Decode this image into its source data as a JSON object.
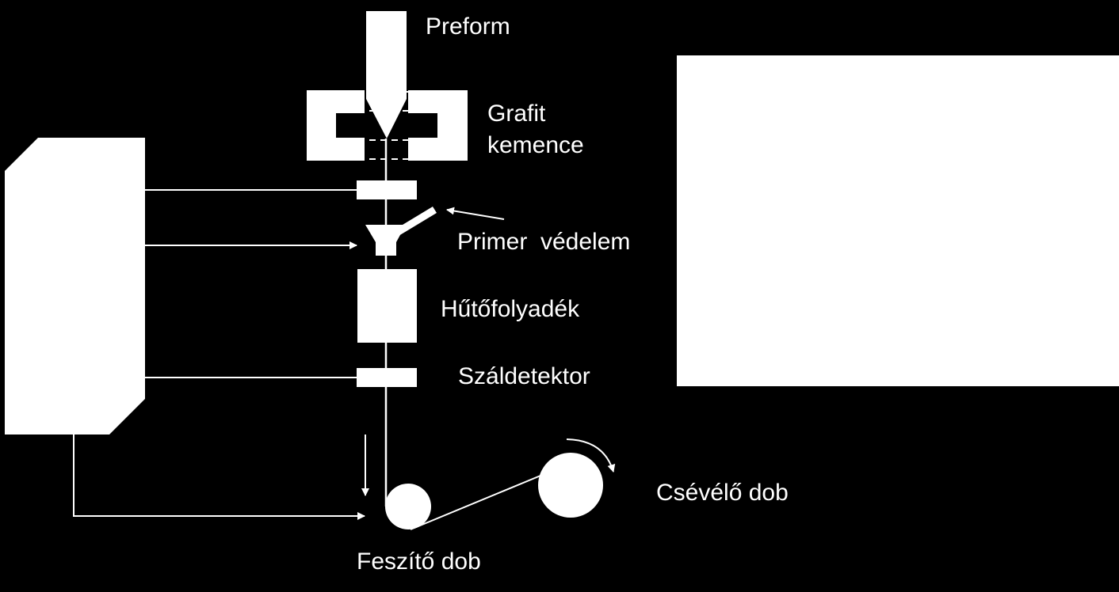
{
  "labels": {
    "preform": "Preform",
    "grafit_line1": "Grafit",
    "grafit_line2": "kemence",
    "primer_vedelem": "Primer  védelem",
    "hutofolyadek": "Hűtőfolyadék",
    "szaldetektor": "Száldetektor",
    "csevelo_dob": "Csévélő dob",
    "feszito_dob": "Feszítő dob"
  },
  "colors": {
    "background": "#000000",
    "foreground": "#ffffff"
  }
}
